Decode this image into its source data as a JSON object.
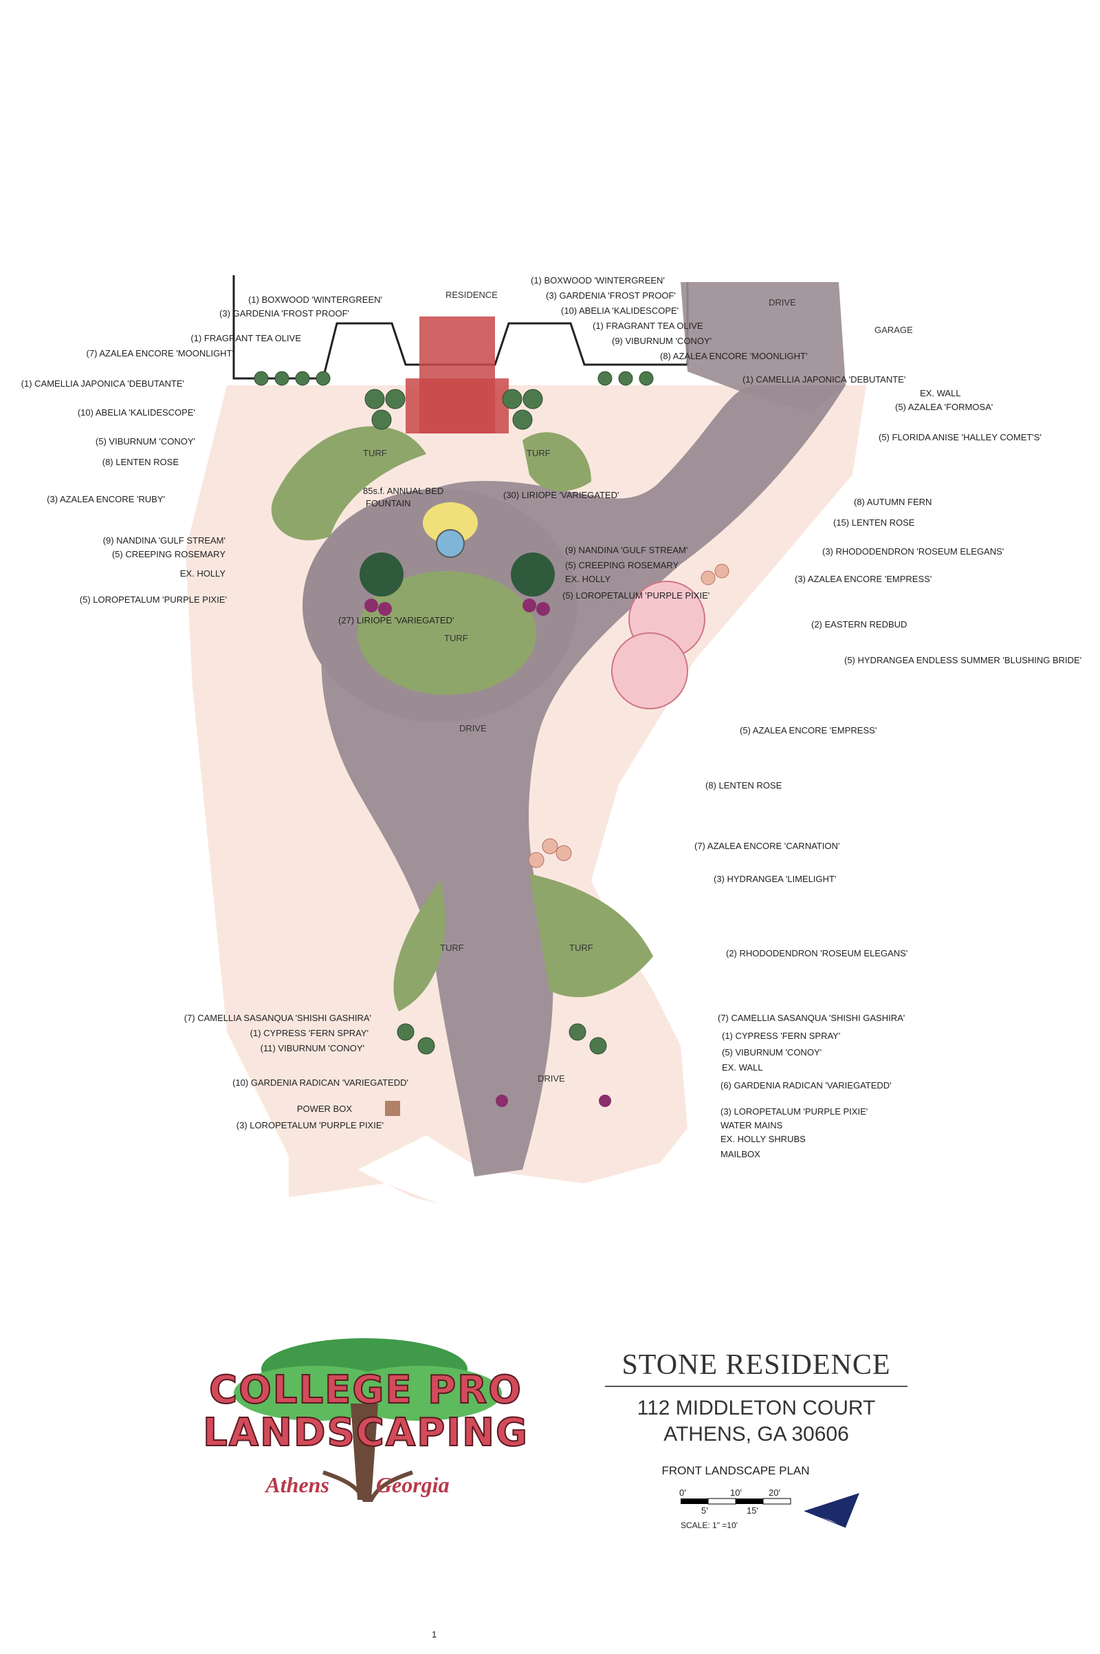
{
  "areas": {
    "residence": "RESIDENCE",
    "garage": "GARAGE",
    "drive": "DRIVE",
    "turf": "TURF"
  },
  "labels_left": [
    "(1) BOXWOOD 'WINTERGREEN'",
    "(3) GARDENIA 'FROST PROOF'",
    "(1) FRAGRANT TEA OLIVE",
    "(7) AZALEA ENCORE 'MOONLIGHT'",
    "(1) CAMELLIA JAPONICA 'DEBUTANTE'",
    "(10) ABELIA 'KALIDESCOPE'",
    "(5) VIBURNUM 'CONOY'",
    "(8) LENTEN ROSE",
    "(3) AZALEA ENCORE 'RUBY'",
    "(9) NANDINA 'GULF STREAM'",
    "(5) CREEPING ROSEMARY",
    "EX. HOLLY",
    "(5) LOROPETALUM 'PURPLE PIXIE'"
  ],
  "labels_top": [
    "(1) BOXWOOD 'WINTERGREEN'",
    "(3) GARDENIA 'FROST PROOF'",
    "(10) ABELIA 'KALIDESCOPE'",
    "(1) FRAGRANT TEA OLIVE",
    "(9) VIBURNUM 'CONOY'",
    "(8) AZALEA ENCORE 'MOONLIGHT'",
    "(1) CAMELLIA JAPONICA 'DEBUTANTE'"
  ],
  "labels_center": {
    "annual_bed": "85s.f. ANNUAL BED",
    "fountain": "FOUNTAIN",
    "liriope_30": "(30) LIRIOPE 'VARIEGATED'",
    "nandina": "(9) NANDINA 'GULF STREAM'",
    "rosemary": "(5) CREEPING ROSEMARY",
    "holly": "EX. HOLLY",
    "loropetalum": "(5) LOROPETALUM 'PURPLE PIXIE'",
    "liriope_27": "(27) LIRIOPE 'VARIEGATED'"
  },
  "labels_right": [
    "EX. WALL",
    "(5) AZALEA 'FORMOSA'",
    "(5) FLORIDA ANISE 'HALLEY COMET'S'",
    "(8) AUTUMN FERN",
    "(15) LENTEN ROSE",
    "(3) RHODODENDRON 'ROSEUM ELEGANS'",
    "(3) AZALEA ENCORE 'EMPRESS'",
    "(2) EASTERN REDBUD",
    "(5) HYDRANGEA ENDLESS SUMMER 'BLUSHING BRIDE'",
    "(5) AZALEA ENCORE 'EMPRESS'",
    "(8) LENTEN ROSE",
    "(7) AZALEA ENCORE 'CARNATION'",
    "(3) HYDRANGEA 'LIMELIGHT'",
    "(2) RHODODENDRON 'ROSEUM ELEGANS'"
  ],
  "labels_bottom_left": [
    "(7) CAMELLIA SASANQUA 'SHISHI GASHIRA'",
    "(1) CYPRESS 'FERN SPRAY'",
    "(11) VIBURNUM 'CONOY'",
    "(10) GARDENIA RADICAN 'VARIEGATEDD'",
    "POWER BOX",
    "(3) LOROPETALUM 'PURPLE PIXIE'"
  ],
  "labels_bottom_right": [
    "(7) CAMELLIA SASANQUA 'SHISHI GASHIRA'",
    "(1) CYPRESS 'FERN SPRAY'",
    "(5) VIBURNUM 'CONOY'",
    "EX. WALL",
    "(6) GARDENIA RADICAN 'VARIEGATEDD'",
    "(3) LOROPETALUM 'PURPLE PIXIE'",
    "WATER MAINS",
    "EX. HOLLY SHRUBS",
    "MAILBOX"
  ],
  "title_block": {
    "project": "STONE RESIDENCE",
    "address_line1": "112 MIDDLETON COURT",
    "address_line2": "ATHENS, GA 30606",
    "plan_name": "FRONT LANDSCAPE PLAN",
    "scale_ticks": [
      "0'",
      "10'",
      "20'",
      "5'",
      "15'"
    ],
    "scale_note": "SCALE: 1\" =10'"
  },
  "logo": {
    "line1": "COLLEGE PRO",
    "line2": "LANDSCAPING",
    "city": "Athens Georgia"
  },
  "colors": {
    "drive": "#9b8c93",
    "turf": "#8fa66a",
    "brick": "#c9494a",
    "mulch": "#f1d3c4",
    "text": "#222222"
  },
  "page_number": "1"
}
